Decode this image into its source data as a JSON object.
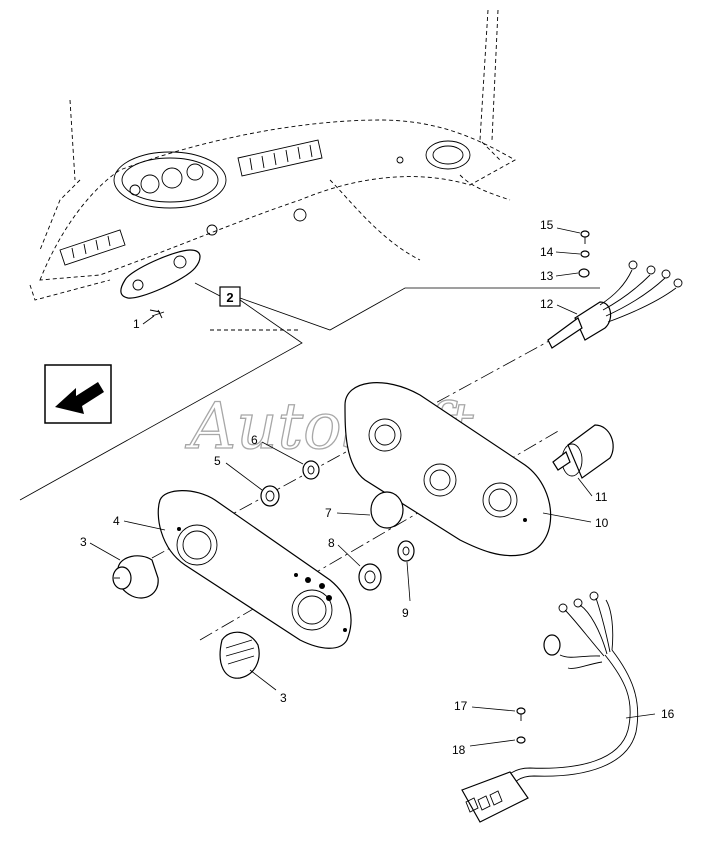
{
  "watermark": "AutoSoft",
  "callouts": {
    "c1": "1",
    "c2": "2",
    "c3a": "3",
    "c3b": "3",
    "c4": "4",
    "c5": "5",
    "c6": "6",
    "c7": "7",
    "c8": "8",
    "c9": "9",
    "c10": "10",
    "c11": "11",
    "c12": "12",
    "c13": "13",
    "c14": "14",
    "c15": "15",
    "c16": "16",
    "c17": "17",
    "c18": "18"
  },
  "icons": {
    "direction": "front-direction-arrow-icon"
  }
}
